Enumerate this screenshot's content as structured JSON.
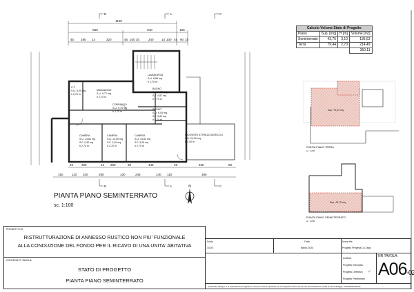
{
  "plan": {
    "title": "PIANTA PIANO SEMINTERRATO",
    "scale": "sc. 1:100",
    "north_label": "N",
    "sections": {
      "d": "D",
      "a": "A",
      "c": "C"
    },
    "top_dims": {
      "row1": [
        "1100"
      ],
      "row2": [
        "560",
        "540",
        "105"
      ],
      "row3": [
        "45",
        "190",
        "14",
        "320",
        "45",
        "100",
        "30",
        "240",
        "14",
        "100",
        "45",
        "90",
        "15"
      ]
    },
    "bottom_dims": {
      "row1": [
        "45",
        "300",
        "12",
        "250",
        "30",
        "445",
        "45",
        "480",
        "90"
      ],
      "row2": [
        "150",
        "110",
        "100",
        "290",
        "100",
        "245",
        "140",
        "110",
        "360"
      ]
    },
    "rooms": [
      {
        "name": "C.T.",
        "su": "S.U. 5,09 mq",
        "sf": "",
        "h": "h 2,70 m"
      },
      {
        "name": "MAGAZZINO",
        "su": "S.U. 9,77 mq",
        "sf": "",
        "h": "h 2,70 m"
      },
      {
        "name": "CORRIDOIO",
        "su": "S.U. 9,79 mq",
        "sf": "",
        "h": "h 2,70 m"
      },
      {
        "name": "LAVANDERIA",
        "su": "S.U. 8,85 mq",
        "sf": "",
        "h": "h 2,70 m"
      },
      {
        "name": "BAGNO",
        "su": "S.U. 6,87 mq",
        "sf": "S.F. 0,87 mq",
        "h": "h 2,70 m"
      },
      {
        "name": "BAGNO",
        "su": "S.U. 6,03 mq",
        "sf": "S.F. 0,81 mq",
        "h": "h 2,70 m"
      },
      {
        "name": "CAMERA",
        "su": "S.U. 13,82 mq",
        "sf": "S.F. 2,40 mq",
        "h": "h 2,70 m"
      },
      {
        "name": "CAMERA",
        "su": "S.U. 13,00 mq",
        "sf": "S.F. 2,40 mq",
        "h": "h 2,70 m"
      },
      {
        "name": "CAMERA",
        "su": "S.U. 14,69 mq",
        "sf": "S.F. 3,26 mq",
        "h": "h 2,70 m"
      },
      {
        "name": "RICOVERO ATTREZZI AGRICOLI",
        "su": "S.U. 20,00 mq",
        "sf": "",
        "h": "h 2,40 m"
      }
    ]
  },
  "volume_table": {
    "title": "Calcolo Volume Stato di Progetto",
    "headers": [
      "Piano",
      "Sup. [mq]",
      "H [m]",
      "Volume [mc]"
    ],
    "rows": [
      [
        "Seminterrato",
        "43,75",
        "3,10",
        "135,63"
      ],
      [
        "Terra",
        "79,44",
        "2,70",
        "214,49"
      ]
    ],
    "total": "350,11"
  },
  "mini_plans": {
    "terra": {
      "title": "PIANTA PIANO TERRA",
      "scale": "sc. 1:200",
      "area": "Sup. 79,44 mq"
    },
    "seminterrato": {
      "title": "PIANTA PIANO SEMINTERRATO",
      "scale": "sc. 1:200",
      "area": "Sup. 43,75 mq"
    },
    "hatch_color": "#e8b3a8"
  },
  "title_block": {
    "project_label": "PROGETTO DI:",
    "project_line1": "RISTRUTTURAZIONE DI ANNESSO RUSTICO NON PIU' FUNZIONALE",
    "project_line2": "ALLA CONDUZIONE  DEL FONDO PER IL RICAVO DI UNA UNITA' ABITATIVA",
    "content_label": "CONTENUTO TAVOLA:",
    "content_line1": "STATO DI PROGETTO",
    "content_line2": "PIANTA PIANO SEMINTERRATO",
    "scale_label": "Scala",
    "scale_value": "1/100",
    "date_label": "Data",
    "date_value": "Marzo 2024",
    "file_label": "Nome file",
    "file_value": "Progetto Pregeva D-1.dwg",
    "phases": [
      "As Built",
      "Progetto Esecutivo",
      "Progetto Definitivo",
      "Progetto Preliminare"
    ],
    "checked_phase": "Progetto Definitivo",
    "sheet_label": "NR TAVOLA:",
    "sheet_number": "A06",
    "sheet_suffix": "-02",
    "footer": "Il presente disegno è di proprietà dei progettisti e non può essere riprodotto né consegnato a terzi senza loro autorizzazione scritta ai sensi di legge - 25/04/2024 8.033"
  }
}
